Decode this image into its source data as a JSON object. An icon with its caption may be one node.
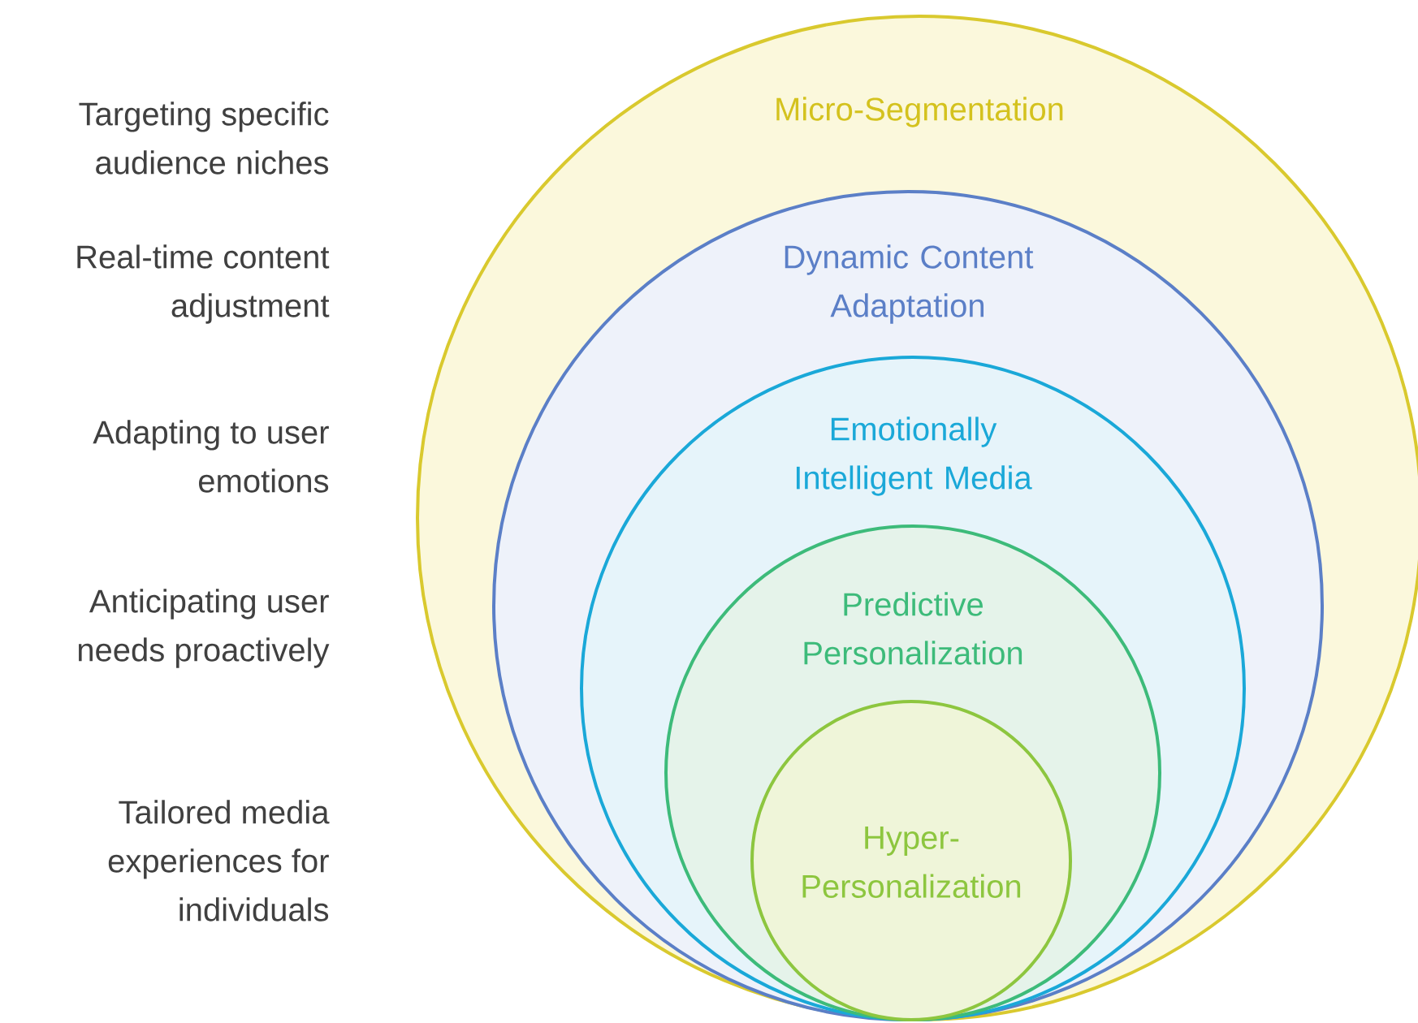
{
  "diagram": {
    "nodes": [
      {
        "text": [
          "Micro-Segmentation"
        ]
      },
      {
        "text": [
          "Dynamic Content Adaptation"
        ],
        "in": 0
      },
      {
        "text": [
          "Emotionally Intelligent Media"
        ],
        "in": 1
      },
      {
        "text": [
          "Predictive Personalization"
        ],
        "in": 2
      },
      {
        "text": [
          "Hyper-Personalization"
        ],
        "in": 3
      }
    ],
    "labels": [
      "Targeting specific audience niches",
      "Real-time content adjustment",
      "Adapting to user emotions",
      "Anticipating user needs proactively",
      "Tailored media experiences for individuals"
    ]
  }
}
